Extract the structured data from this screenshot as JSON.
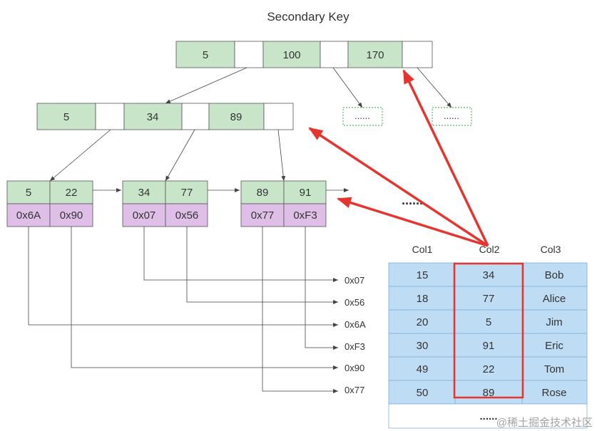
{
  "title": "Secondary Key",
  "root_keys": [
    "5",
    "100",
    "170"
  ],
  "level2_keys": [
    "5",
    "34",
    "89"
  ],
  "ellipsis_small": "......",
  "leaves": [
    {
      "keys": [
        "5",
        "22"
      ],
      "ptrs": [
        "0x6A",
        "0x90"
      ]
    },
    {
      "keys": [
        "34",
        "77"
      ],
      "ptrs": [
        "0x07",
        "0x56"
      ]
    },
    {
      "keys": [
        "89",
        "91"
      ],
      "ptrs": [
        "0x77",
        "0xF3"
      ]
    }
  ],
  "leaf_more": "......",
  "addresses": [
    "0x07",
    "0x56",
    "0x6A",
    "0xF3",
    "0x90",
    "0x77"
  ],
  "table": {
    "headers": [
      "Col1",
      "Col2",
      "Col3"
    ],
    "rows": [
      [
        "15",
        "34",
        "Bob"
      ],
      [
        "18",
        "77",
        "Alice"
      ],
      [
        "20",
        "5",
        "Jim"
      ],
      [
        "30",
        "91",
        "Eric"
      ],
      [
        "49",
        "22",
        "Tom"
      ],
      [
        "50",
        "89",
        "Rose"
      ]
    ],
    "more": "......"
  },
  "watermark": "@稀土掘金技术社区",
  "colors": {
    "key_cell": "#c9e5c9",
    "pointer_cell": "#dfbfe8",
    "table_cell": "#bfdcf5",
    "highlight": "#e6342f"
  }
}
